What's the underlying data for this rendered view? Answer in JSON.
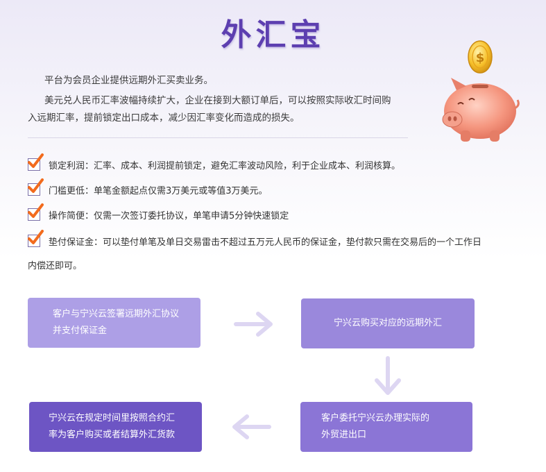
{
  "title": "外汇宝",
  "intro": {
    "line1": "平台为会员企业提供远期外汇买卖业务。",
    "line2": "美元兑人民币汇率波幅持续扩大，企业在接到大额订单后，可以按照实际收汇时间购",
    "line3": "入远期汇率，提前锁定出口成本，减少因汇率变化而造成的损失。"
  },
  "features": [
    {
      "text": "锁定利润：汇率、成本、利润提前锁定，避免汇率波动风险，利于企业成本、利润核算。"
    },
    {
      "text": "门槛更低：单笔金额起点仅需3万美元或等值3万美元。"
    },
    {
      "text": "操作简便：仅需一次签订委托协议，单笔申请5分钟快速锁定"
    },
    {
      "text": "垫付保证金：可以垫付单笔及单日交易雷击不超过五万元人民币的保证金，垫付款只需在交易后的一个工作日",
      "text2": "内偿还即可。"
    }
  ],
  "flow": {
    "step1_line1": "客户与宁兴云签署远期外汇协议",
    "step1_line2": "并支付保证金",
    "step2": "宁兴云购买对应的远期外汇",
    "step3_line1": "客户委托宁兴云办理实际的",
    "step3_line2": "外贸进出口",
    "step4_line1": "宁兴云在规定时间里按照合约汇",
    "step4_line2": "率为客户购买或者结算外汇货款"
  },
  "colors": {
    "title": "#5d3fb0",
    "box_light": "#a797e3",
    "box_mid": "#8f7dd6",
    "box_dark": "#6b52c2",
    "check": "#f26b1d",
    "arrow": "#ddd6f2"
  }
}
